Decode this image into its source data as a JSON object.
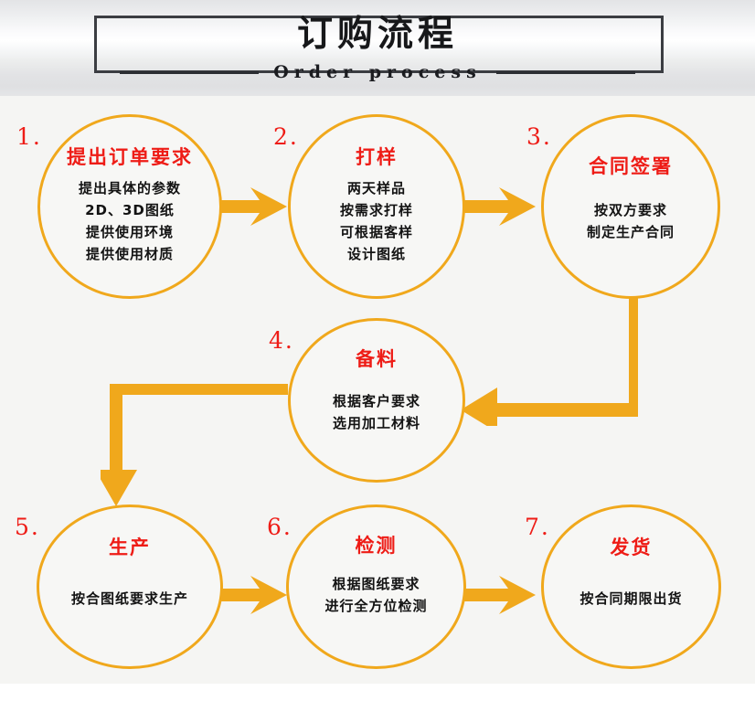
{
  "header": {
    "title_cn": "订购流程",
    "title_en": "Order process"
  },
  "accent": {
    "orange": "#F0A81C",
    "red": "#EE1C16",
    "text_dark": "#131313",
    "band_gray": "#E3E4E6",
    "body_bg": "#F5F5F3"
  },
  "steps": [
    {
      "number": "1.",
      "title": "提出订单要求",
      "lines": [
        "提出具体的参数",
        "2D、3D图纸",
        "提供使用环境",
        "提供使用材质"
      ]
    },
    {
      "number": "2.",
      "title": "打样",
      "lines": [
        "两天样品",
        "按需求打样",
        "可根据客样",
        "设计图纸"
      ]
    },
    {
      "number": "3.",
      "title": "合同签署",
      "lines": [
        "按双方要求",
        "制定生产合同"
      ]
    },
    {
      "number": "4.",
      "title": "备料",
      "lines": [
        "根据客户要求",
        "选用加工材料"
      ]
    },
    {
      "number": "5.",
      "title": "生产",
      "lines": [
        "按合图纸要求生产"
      ]
    },
    {
      "number": "6.",
      "title": "检测",
      "lines": [
        "根据图纸要求",
        "进行全方位检测"
      ]
    },
    {
      "number": "7.",
      "title": "发货",
      "lines": [
        "按合同期限出货"
      ]
    }
  ],
  "connectors": [
    {
      "name": "arrow-step1-to-step2",
      "direction": "right"
    },
    {
      "name": "arrow-step2-to-step3",
      "direction": "right"
    },
    {
      "name": "arrow-step3-to-step4",
      "direction": "down-then-left"
    },
    {
      "name": "arrow-step4-to-step5",
      "direction": "left-then-down"
    },
    {
      "name": "arrow-step5-to-step6",
      "direction": "right"
    },
    {
      "name": "arrow-step6-to-step7",
      "direction": "right"
    }
  ]
}
